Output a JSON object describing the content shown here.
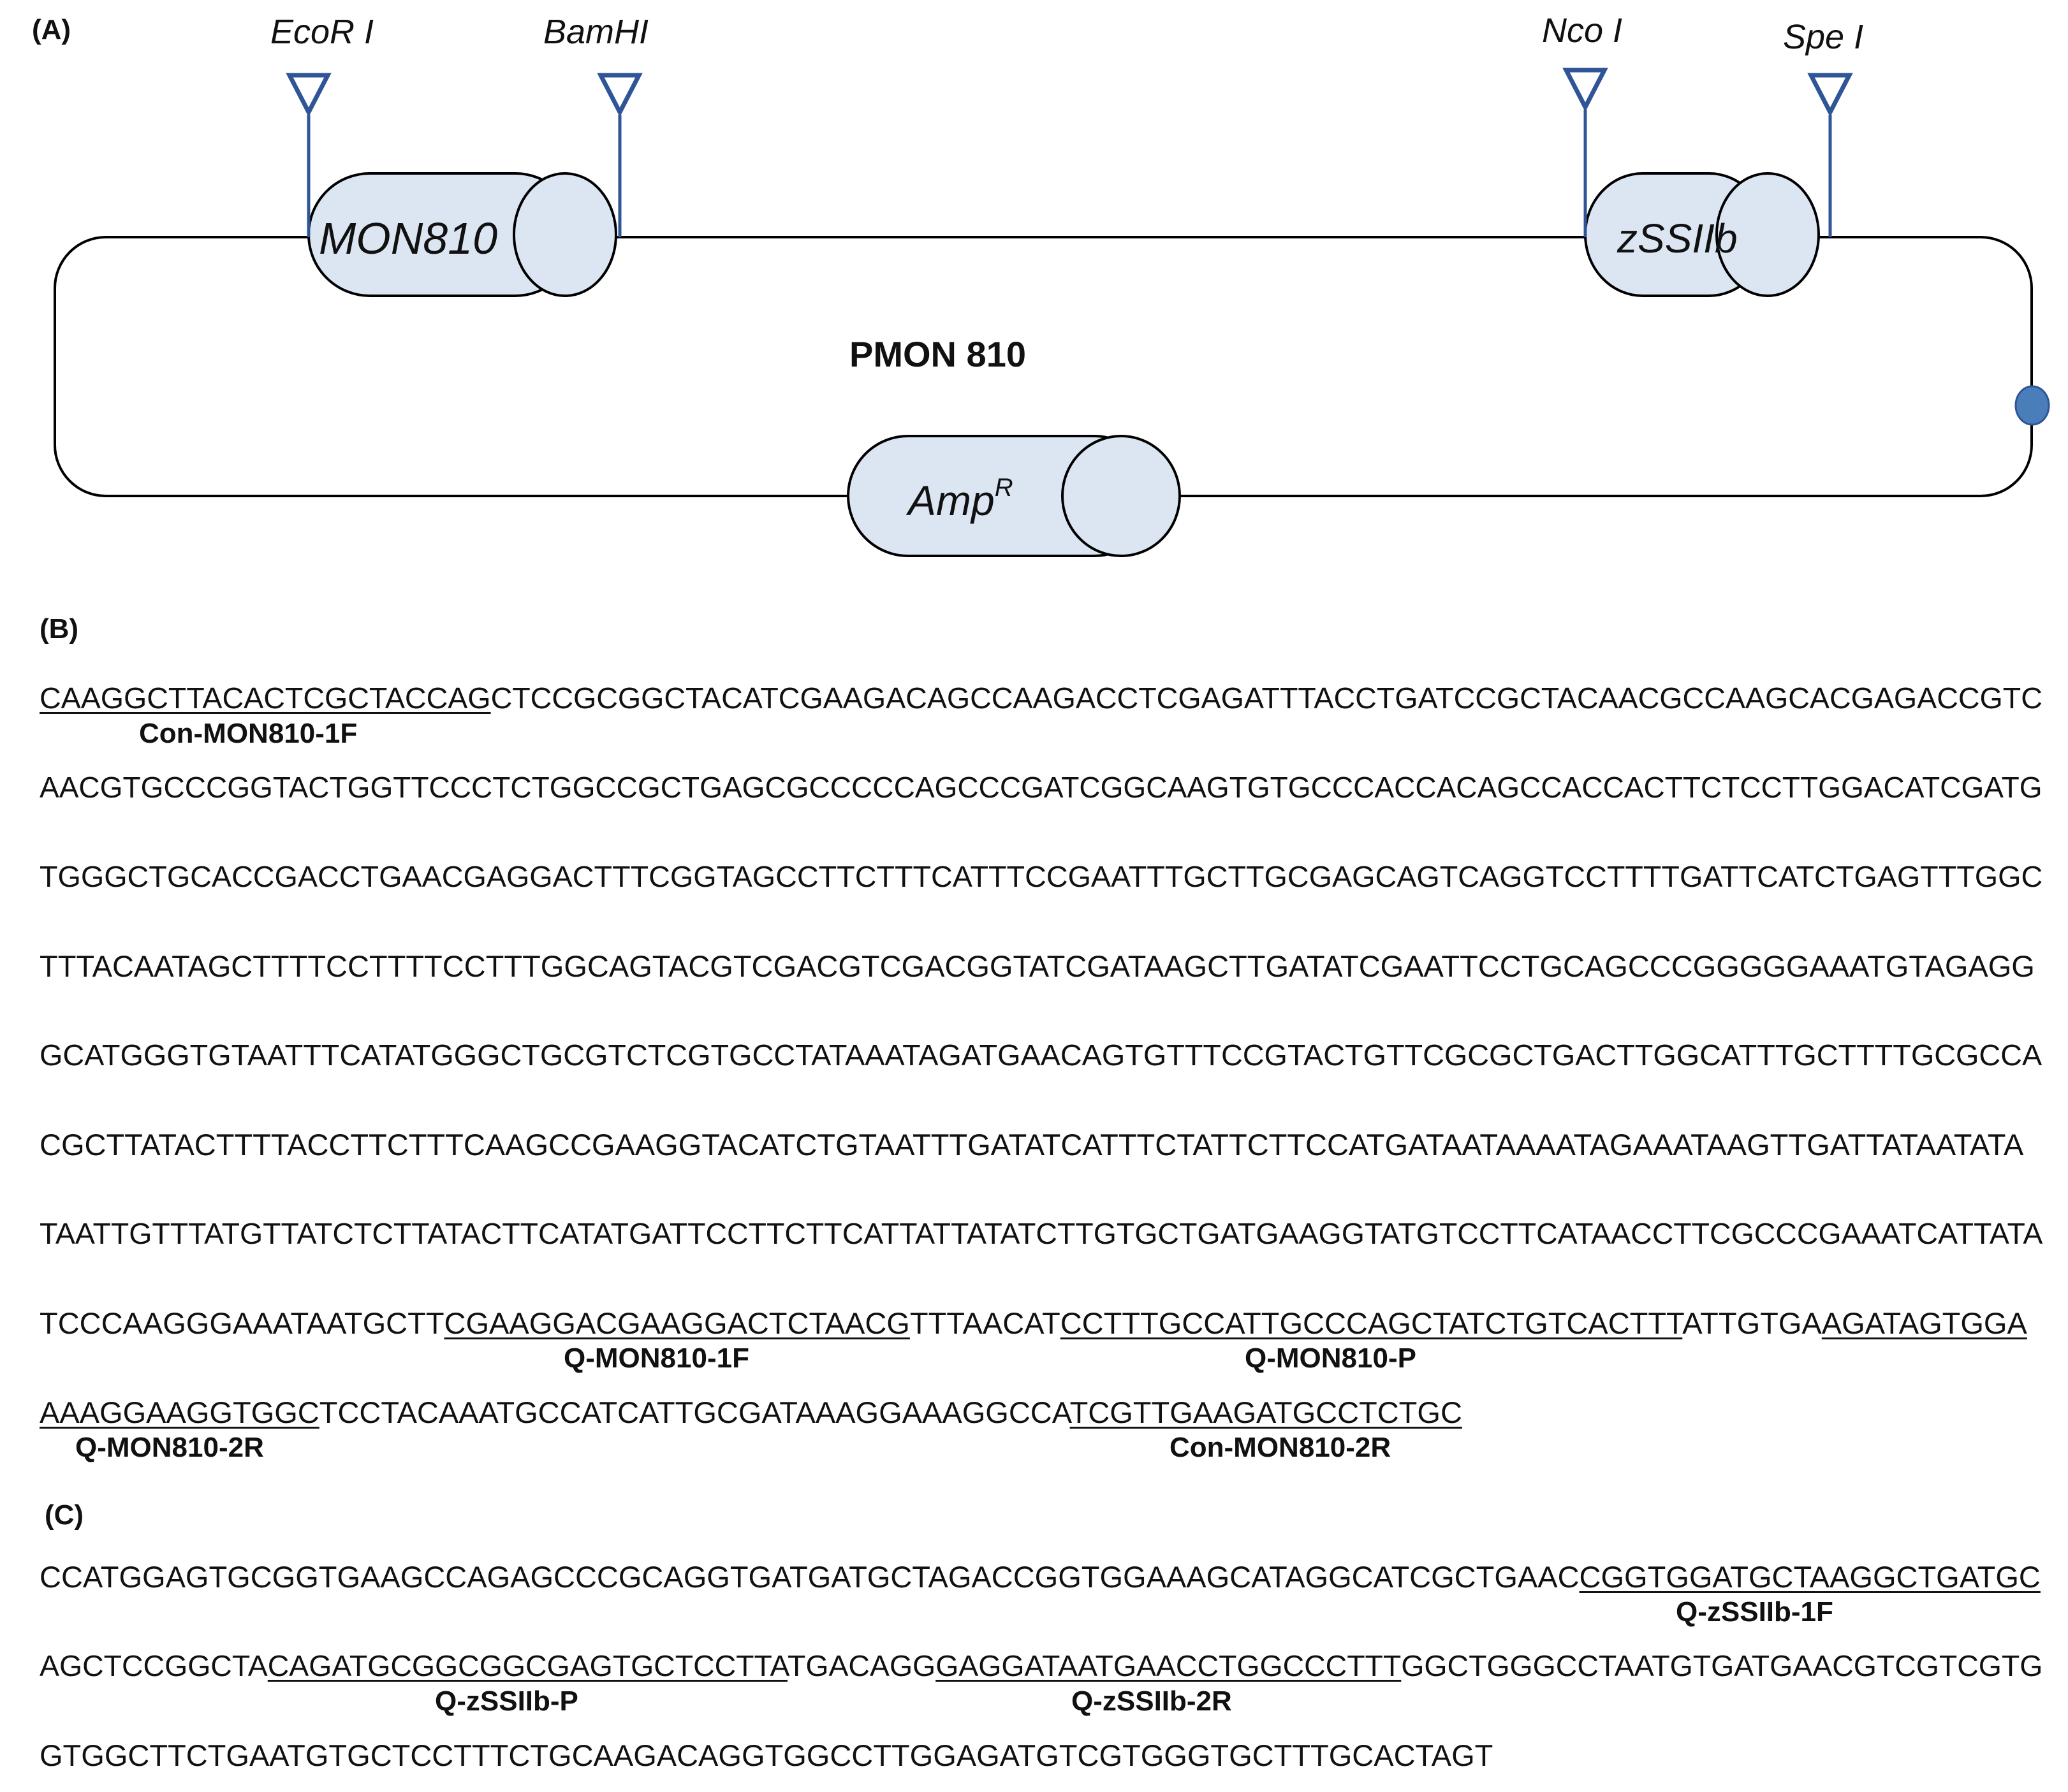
{
  "panel_a": {
    "label": "(A)",
    "plasmid_name": "PMON 810",
    "sites": [
      "EcoR I",
      "BamHI",
      "Nco I",
      "Spe I"
    ],
    "genes": {
      "mon810": "MON810",
      "zssiib": "zSSIIb",
      "amp": "Amp",
      "amp_sup": "R"
    },
    "colors": {
      "gene_fill": "#dce6f2",
      "site_marker": "#2f5597",
      "backbone": "#000000",
      "origin": "#4a7ebb"
    }
  },
  "panel_b": {
    "label": "(B)",
    "lines": [
      [
        {
          "t": "CAAGGCTTACACTCGCTACCAG",
          "u": true
        },
        {
          "t": "CTCCGCGGCTACATCGAAGACAGCCAAGACCTCGAGATTTACCTGATCCGCTACAACGCCAAGCACGAGACCGTC",
          "u": false
        }
      ],
      [
        {
          "t": "AACGTGCCCGGTACTGGTTCCCTCTGGCCGCTGAGCGCCCCCAGCCCGATCGGCAAGTGTGCCCACCACAGCCACCACTTCTCCTTGGACATCGATG",
          "u": false
        }
      ],
      [
        {
          "t": "TGGGCTGCACCGACCTGAACGAGGACTTTCGGTAGCCTTCTTTCATTTCCGAATTTGCTTGCGAGCAGTCAGGTCCTTTTGATTCATCTGAGTTTGGC",
          "u": false
        }
      ],
      [
        {
          "t": "TTTACAATAGCTTTTCCTTTTCCTTTGGCAGTACGTCGACGTCGACGGTATCGATAAGCTTGATATCGAATTCCTGCAGCCCGGGGGAAATGTAGAGG",
          "u": false
        }
      ],
      [
        {
          "t": "GCATGGGTGTAATTTCATATGGGCTGCGTCTCGTGCCTATAAATAGATGAACAGTGTTTCCGTACTGTTCGCGCTGACTTGGCATTTGCTTTTGCGCCA",
          "u": false
        }
      ],
      [
        {
          "t": "CGCTTATACTTTTACCTTCTTTCAAGCCGAAGGTACATCTGTAATTTGATATCATTTCTATTCTTCCATGATAATAAAATAGAAATAAGTTGATTATAATATA",
          "u": false
        }
      ],
      [
        {
          "t": "TAATTGTTTATGTTATCTCTTATACTTCATATGATTCCTTCTTCATTATTATATCTTGTGCTGATGAAGGTATGTCCTTCATAACCTTCGCCCGAAATCATTATA",
          "u": false
        }
      ],
      [
        {
          "t": "TCCCAAGGGAAATAATGCTT",
          "u": false
        },
        {
          "t": "CGAAGGACGAAGGACTCTAACG",
          "u": true
        },
        {
          "t": "TTTAACAT",
          "u": false
        },
        {
          "t": "CCTTTGCCATTGCCCAGCTATCTGTCACTTT",
          "u": true
        },
        {
          "t": "ATTGTGA",
          "u": false
        },
        {
          "t": "AGATAGTGGA",
          "u": true
        }
      ],
      [
        {
          "t": "AAAGGAAGGTGGC",
          "u": true
        },
        {
          "t": "TCCTACAAATGCCATCATTGCGATAAAGGAAAGGCCA",
          "u": false
        },
        {
          "t": "TCGTTGAAGATGCCTCTGC",
          "u": true
        }
      ]
    ],
    "primers": [
      "Con-MON810-1F",
      "Q-MON810-1F",
      "Q-MON810-P",
      "Q-MON810-2R",
      "Con-MON810-2R"
    ]
  },
  "panel_c": {
    "label": "(C)",
    "lines": [
      [
        {
          "t": "CCATGGAGTGCGGTGAAGCCAGAGCCCGCAGGTGATGATGCTAGACCGGTGGAAAGCATAGGCATCGCTGAAC",
          "u": false
        },
        {
          "t": "CGGTGGATGCTAAGGCTGATGC",
          "u": true
        }
      ],
      [
        {
          "t": "AGCTCCGGCTA",
          "u": false
        },
        {
          "t": "CAGATGCGGCGGCGAGTGCTCCTTA",
          "u": true
        },
        {
          "t": "TGACAGG",
          "u": false
        },
        {
          "t": "GAGGATAATGAACCTGGCCCTTT",
          "u": true
        },
        {
          "t": "GGCTGGGCCTAATGTGATGAACGTCGTCGTG",
          "u": false
        }
      ],
      [
        {
          "t": "GTGGCTTCTGAATGTGCTCCTTTCTGCAAGACAGGTGGCCTTGGAGATGTCGTGGGTGCTTTGCACTAGT",
          "u": false
        }
      ]
    ],
    "primers": [
      "Q-zSSIIb-1F",
      "Q-zSSIIb-P",
      "Q-zSSIIb-2R"
    ]
  }
}
